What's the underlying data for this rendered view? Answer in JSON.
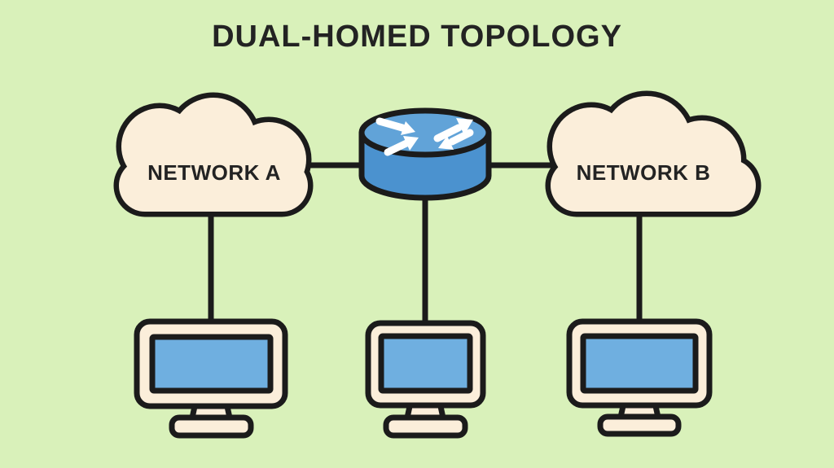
{
  "title": "DUAL-HOMED TOPOLOGY",
  "clouds": [
    {
      "label": "NETWORK A"
    },
    {
      "label": "NETWORK B"
    }
  ],
  "colors": {
    "background": "#d9f1ba",
    "shape_fill": "#fbeeda",
    "outline": "#1b1b1b",
    "screen_blue": "#6fafe0",
    "router_top": "#61a3d8",
    "router_body": "#4b92cf",
    "arrow_white": "#ffffff",
    "text": "#232323"
  }
}
